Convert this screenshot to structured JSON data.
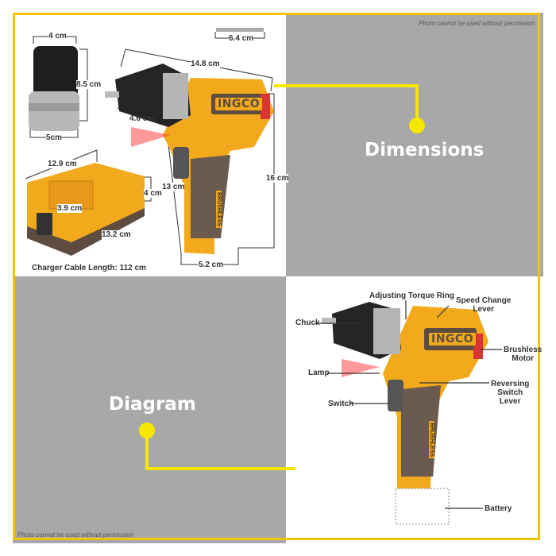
{
  "notice": "Photo cannot be used without permission",
  "headings": {
    "dimensions": "Dimensions",
    "diagram": "Diagram"
  },
  "brand": "INGCO",
  "grip_text": "BRUSHLESS",
  "dimensions": {
    "battery_width": "4 cm",
    "battery_height": "8.5 cm",
    "battery_base": "5cm",
    "bit_length": "6.4 cm",
    "drill_length": "14.8 cm",
    "chuck_length": "4.6 cm",
    "drill_grip_height": "13 cm",
    "drill_height": "16 cm",
    "drill_base": "5.2 cm",
    "charger_width": "12.9 cm",
    "charger_height": "4 cm",
    "charger_slot": "3.9 cm",
    "charger_length": "13.2 cm",
    "cable_length": "Charger Cable Length: 112 cm"
  },
  "parts": {
    "torque_ring": "Adjusting Torque Ring",
    "speed_lever": "Speed Change\nLever",
    "chuck": "Chuck",
    "motor": "Brushless\nMotor",
    "lamp": "Lamp",
    "reversing": "Reversing\nSwitch\nLever",
    "switch": "Switch",
    "battery": "Battery"
  },
  "colors": {
    "frame": "#f4c20d",
    "connector": "#f7e600",
    "panel_gray": "#a8a8a8",
    "drill_yellow": "#f2a91c",
    "drill_brown": "#6b5a4e"
  }
}
